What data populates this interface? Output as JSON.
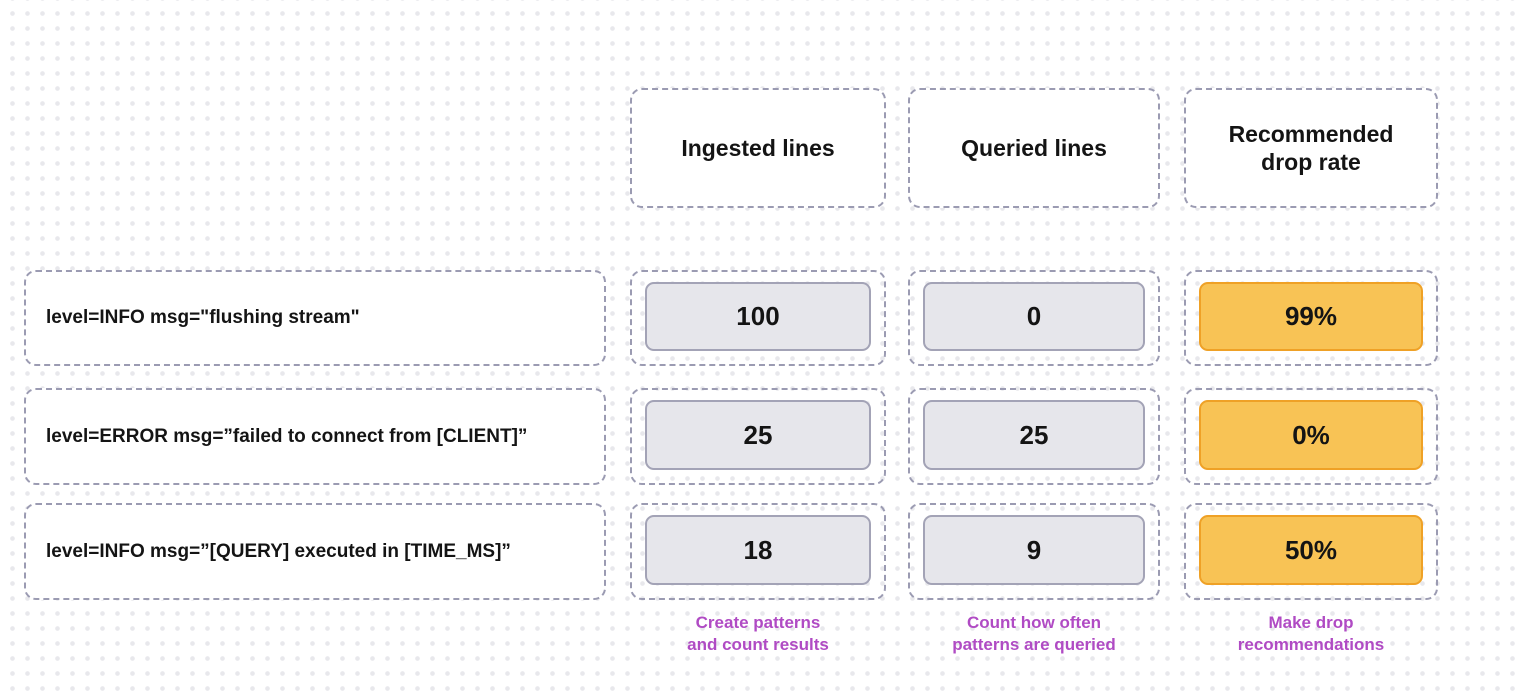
{
  "colors": {
    "dashed_border": "#9b9bb2",
    "gray_value_bg": "#e6e6eb",
    "gray_value_border": "#a3a3b6",
    "orange_value_bg": "#f8c355",
    "orange_value_border": "#efa126",
    "caption_text": "#b04bc4",
    "body_text": "#141414",
    "dot_grid": "#e8e8ec"
  },
  "columns": [
    {
      "header": "Ingested lines",
      "caption": "Create patterns\nand count results"
    },
    {
      "header": "Queried lines",
      "caption": "Count how often\npatterns are queried"
    },
    {
      "header": "Recommended\ndrop rate",
      "caption": "Make drop\nrecommendations"
    }
  ],
  "rows": [
    {
      "pattern": "level=INFO msg=\"flushing stream\"",
      "ingested": "100",
      "queried": "0",
      "drop_rate": "99%"
    },
    {
      "pattern": "level=ERROR msg=”failed to connect from [CLIENT]”",
      "ingested": "25",
      "queried": "25",
      "drop_rate": "0%"
    },
    {
      "pattern": "level=INFO msg=”[QUERY] executed in [TIME_MS]”",
      "ingested": "18",
      "queried": "9",
      "drop_rate": "50%"
    }
  ]
}
